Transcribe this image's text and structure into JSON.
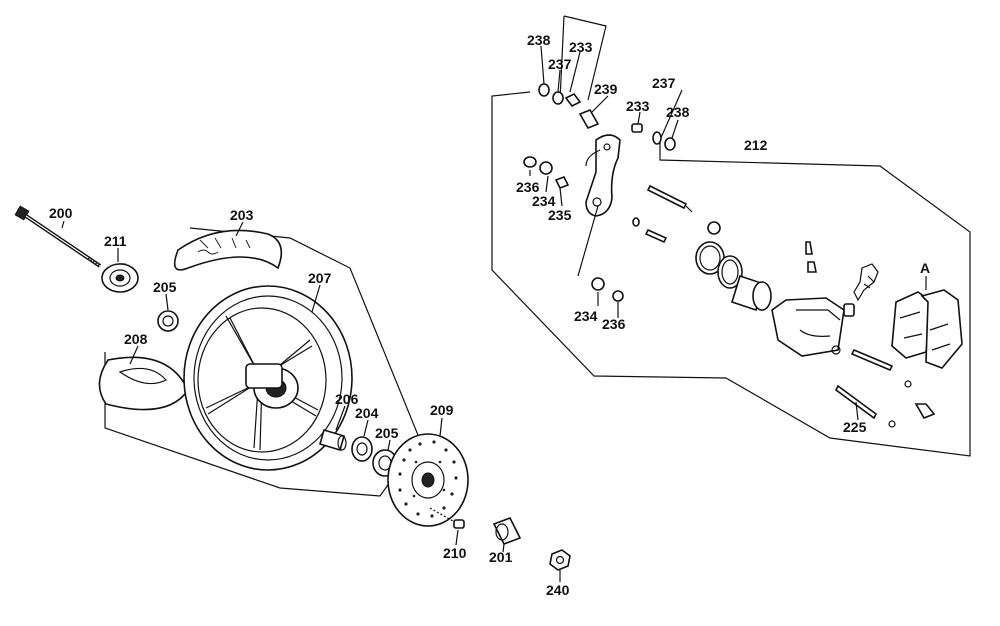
{
  "diagram": {
    "labels": {
      "p200": "200",
      "p211": "211",
      "p203": "203",
      "p205a": "205",
      "p207": "207",
      "p208": "208",
      "p206": "206",
      "p204": "204",
      "p205b": "205",
      "p209": "209",
      "p210": "210",
      "p201": "201",
      "p240": "240",
      "p238a": "238",
      "p233a": "233",
      "p237a": "237",
      "p239": "239",
      "p237b": "237",
      "p233b": "233",
      "p238b": "238",
      "p212": "212",
      "p236a": "236",
      "p234a": "234",
      "p235": "235",
      "p234b": "234",
      "p236b": "236",
      "pA": "A",
      "p225": "225"
    }
  }
}
